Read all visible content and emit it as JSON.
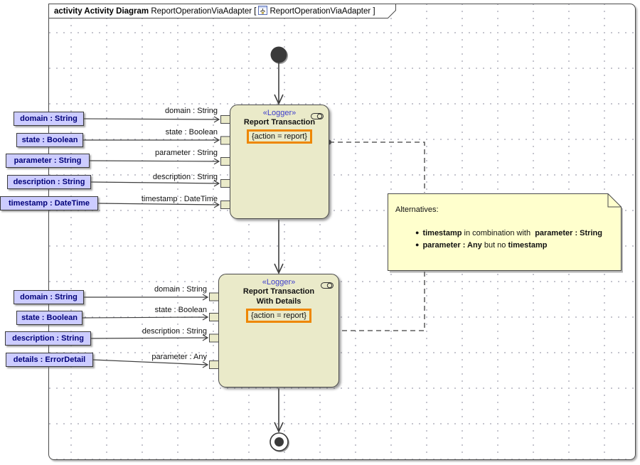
{
  "tab": {
    "title_bold": "activity Activity Diagram",
    "diagram_name": "ReportOperationViaAdapter",
    "bracket_open": "[",
    "ref_name": "ReportOperationViaAdapter",
    "bracket_close": "]"
  },
  "actions": [
    {
      "stereotype": "«Logger»",
      "name": "Report Transaction",
      "constraint": "{action = report}",
      "pins": [
        "domain : String",
        "state : Boolean",
        "parameter : String",
        "description : String",
        "timestamp : DateTime"
      ]
    },
    {
      "stereotype": "«Logger»",
      "name": "Report Transaction",
      "name_line2": "With Details",
      "constraint": "{action = report}",
      "pins": [
        "domain : String",
        "state : Boolean",
        "description : String",
        "parameter : Any"
      ]
    }
  ],
  "parameters": {
    "top": [
      "domain : String",
      "state : Boolean",
      "parameter : String",
      "description : String",
      "timestamp : DateTime"
    ],
    "bottom": [
      "domain : String",
      "state : Boolean",
      "description : String",
      "details : ErrorDetail"
    ]
  },
  "note": {
    "title": "Alternatives:",
    "bullet_glyph": "●",
    "bullets": [
      {
        "b1": "timestamp",
        "mid": " in combination with  ",
        "b2": "parameter : String"
      },
      {
        "b1": "parameter : Any",
        "mid": " but no ",
        "b2": "timestamp"
      }
    ]
  },
  "colors": {
    "action_fill": "#EAEAC9",
    "parameter_fill": "#CCCCFF",
    "note_fill": "#FFFFCD",
    "constraint_highlight": "#EE8700",
    "stereotype_text": "#3D3DCC",
    "parameter_text": "#000078"
  }
}
